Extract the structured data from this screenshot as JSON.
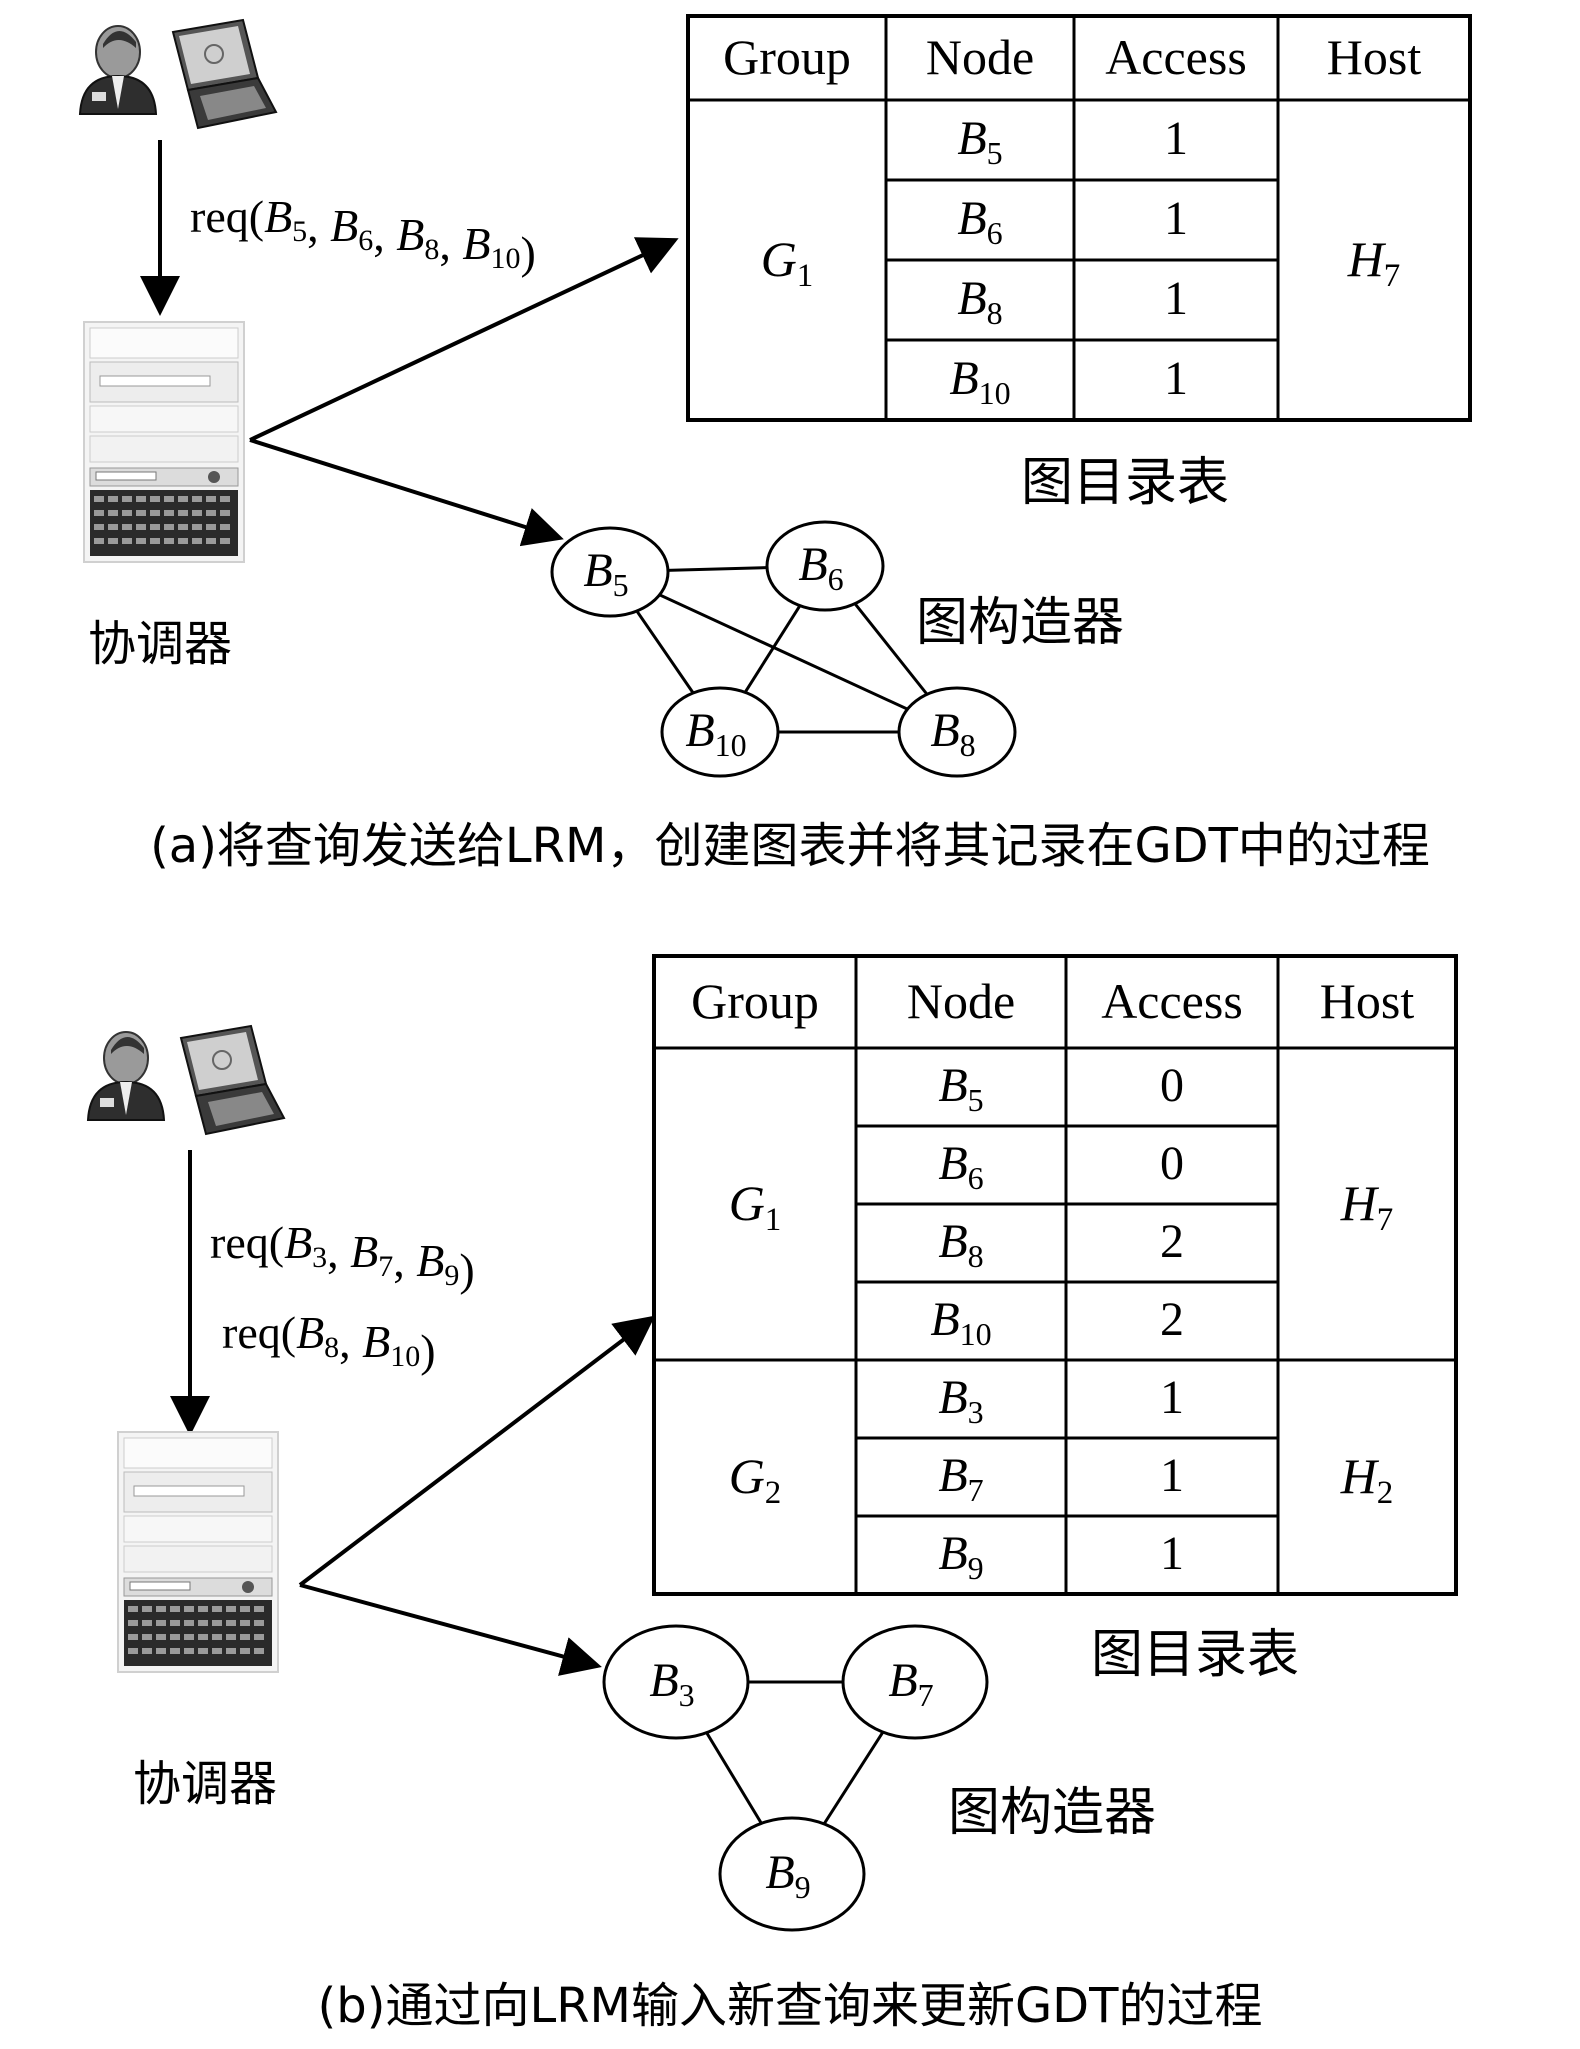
{
  "panel_a": {
    "request_label": {
      "prefix": "req(",
      "items": [
        [
          "B",
          "5"
        ],
        [
          "B",
          "6"
        ],
        [
          "B",
          "8"
        ],
        [
          "B",
          "10"
        ]
      ],
      "suffix": ")"
    },
    "coordinator_label": "协调器",
    "table": {
      "headers": [
        "Group",
        "Node",
        "Access",
        "Host"
      ],
      "groups": [
        {
          "group": [
            "G",
            "1"
          ],
          "host": [
            "H",
            "7"
          ],
          "rows": [
            {
              "node": [
                "B",
                "5"
              ],
              "access": "1"
            },
            {
              "node": [
                "B",
                "6"
              ],
              "access": "1"
            },
            {
              "node": [
                "B",
                "8"
              ],
              "access": "1"
            },
            {
              "node": [
                "B",
                "10"
              ],
              "access": "1"
            }
          ]
        }
      ],
      "caption": "图目录表"
    },
    "graph": {
      "label": "图构造器",
      "nodes": [
        {
          "id": "B5",
          "name": [
            "B",
            "5"
          ]
        },
        {
          "id": "B6",
          "name": [
            "B",
            "6"
          ]
        },
        {
          "id": "B10",
          "name": [
            "B",
            "10"
          ]
        },
        {
          "id": "B8",
          "name": [
            "B",
            "8"
          ]
        }
      ],
      "edges": [
        [
          "B5",
          "B6"
        ],
        [
          "B5",
          "B10"
        ],
        [
          "B5",
          "B8"
        ],
        [
          "B6",
          "B10"
        ],
        [
          "B6",
          "B8"
        ],
        [
          "B10",
          "B8"
        ]
      ]
    },
    "caption": "(a)将查询发送给LRM，创建图表并将其记录在GDT中的过程"
  },
  "panel_b": {
    "request_labels": [
      {
        "prefix": "req(",
        "items": [
          [
            "B",
            "3"
          ],
          [
            "B",
            "7"
          ],
          [
            "B",
            "9"
          ]
        ],
        "suffix": ")"
      },
      {
        "prefix": "req(",
        "items": [
          [
            "B",
            "8"
          ],
          [
            "B",
            "10"
          ]
        ],
        "suffix": ")"
      }
    ],
    "coordinator_label": "协调器",
    "table": {
      "headers": [
        "Group",
        "Node",
        "Access",
        "Host"
      ],
      "groups": [
        {
          "group": [
            "G",
            "1"
          ],
          "host": [
            "H",
            "7"
          ],
          "rows": [
            {
              "node": [
                "B",
                "5"
              ],
              "access": "0"
            },
            {
              "node": [
                "B",
                "6"
              ],
              "access": "0"
            },
            {
              "node": [
                "B",
                "8"
              ],
              "access": "2"
            },
            {
              "node": [
                "B",
                "10"
              ],
              "access": "2"
            }
          ]
        },
        {
          "group": [
            "G",
            "2"
          ],
          "host": [
            "H",
            "2"
          ],
          "rows": [
            {
              "node": [
                "B",
                "3"
              ],
              "access": "1"
            },
            {
              "node": [
                "B",
                "7"
              ],
              "access": "1"
            },
            {
              "node": [
                "B",
                "9"
              ],
              "access": "1"
            }
          ]
        }
      ],
      "caption": "图目录表"
    },
    "graph": {
      "label": "图构造器",
      "nodes": [
        {
          "id": "B3",
          "name": [
            "B",
            "3"
          ]
        },
        {
          "id": "B7",
          "name": [
            "B",
            "7"
          ]
        },
        {
          "id": "B9",
          "name": [
            "B",
            "9"
          ]
        }
      ],
      "edges": [
        [
          "B3",
          "B7"
        ],
        [
          "B3",
          "B9"
        ],
        [
          "B7",
          "B9"
        ]
      ]
    },
    "caption": "(b)通过向LRM输入新查询来更新GDT的过程"
  }
}
